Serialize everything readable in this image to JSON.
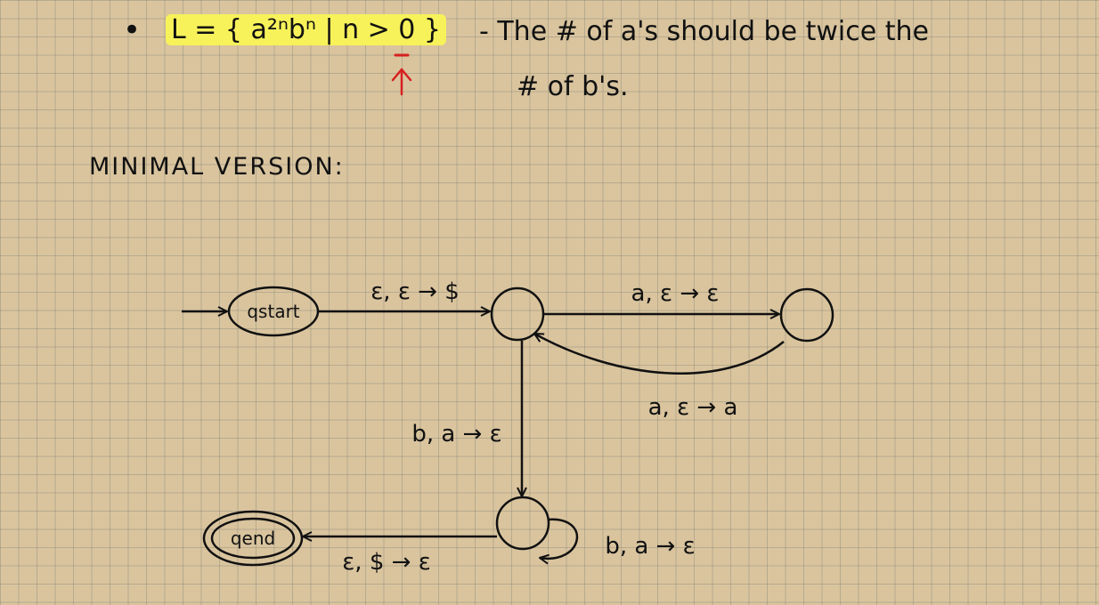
{
  "header": {
    "bullet": "•",
    "language_def": "L = { a²ⁿbⁿ | n > 0 }",
    "description_line1": "- The # of a's should be twice the",
    "description_line2": "# of b's."
  },
  "section_title": "MINIMAL VERSION:",
  "diagram": {
    "states": {
      "start": "qstart",
      "end": "qend"
    },
    "edges": {
      "start_to_q1": "ε, ε → $",
      "q1_to_q2": "a, ε → ε",
      "q2_to_q1": "a, ε → a",
      "q1_to_q3": "b, a → ε",
      "q3_self": "b, a → ε",
      "q3_to_end": "ε, $ → ε"
    }
  },
  "colors": {
    "ink": "#111111",
    "highlight": "#f7f25a",
    "annotation_red": "#d62020",
    "paper": "#d9c49e"
  }
}
